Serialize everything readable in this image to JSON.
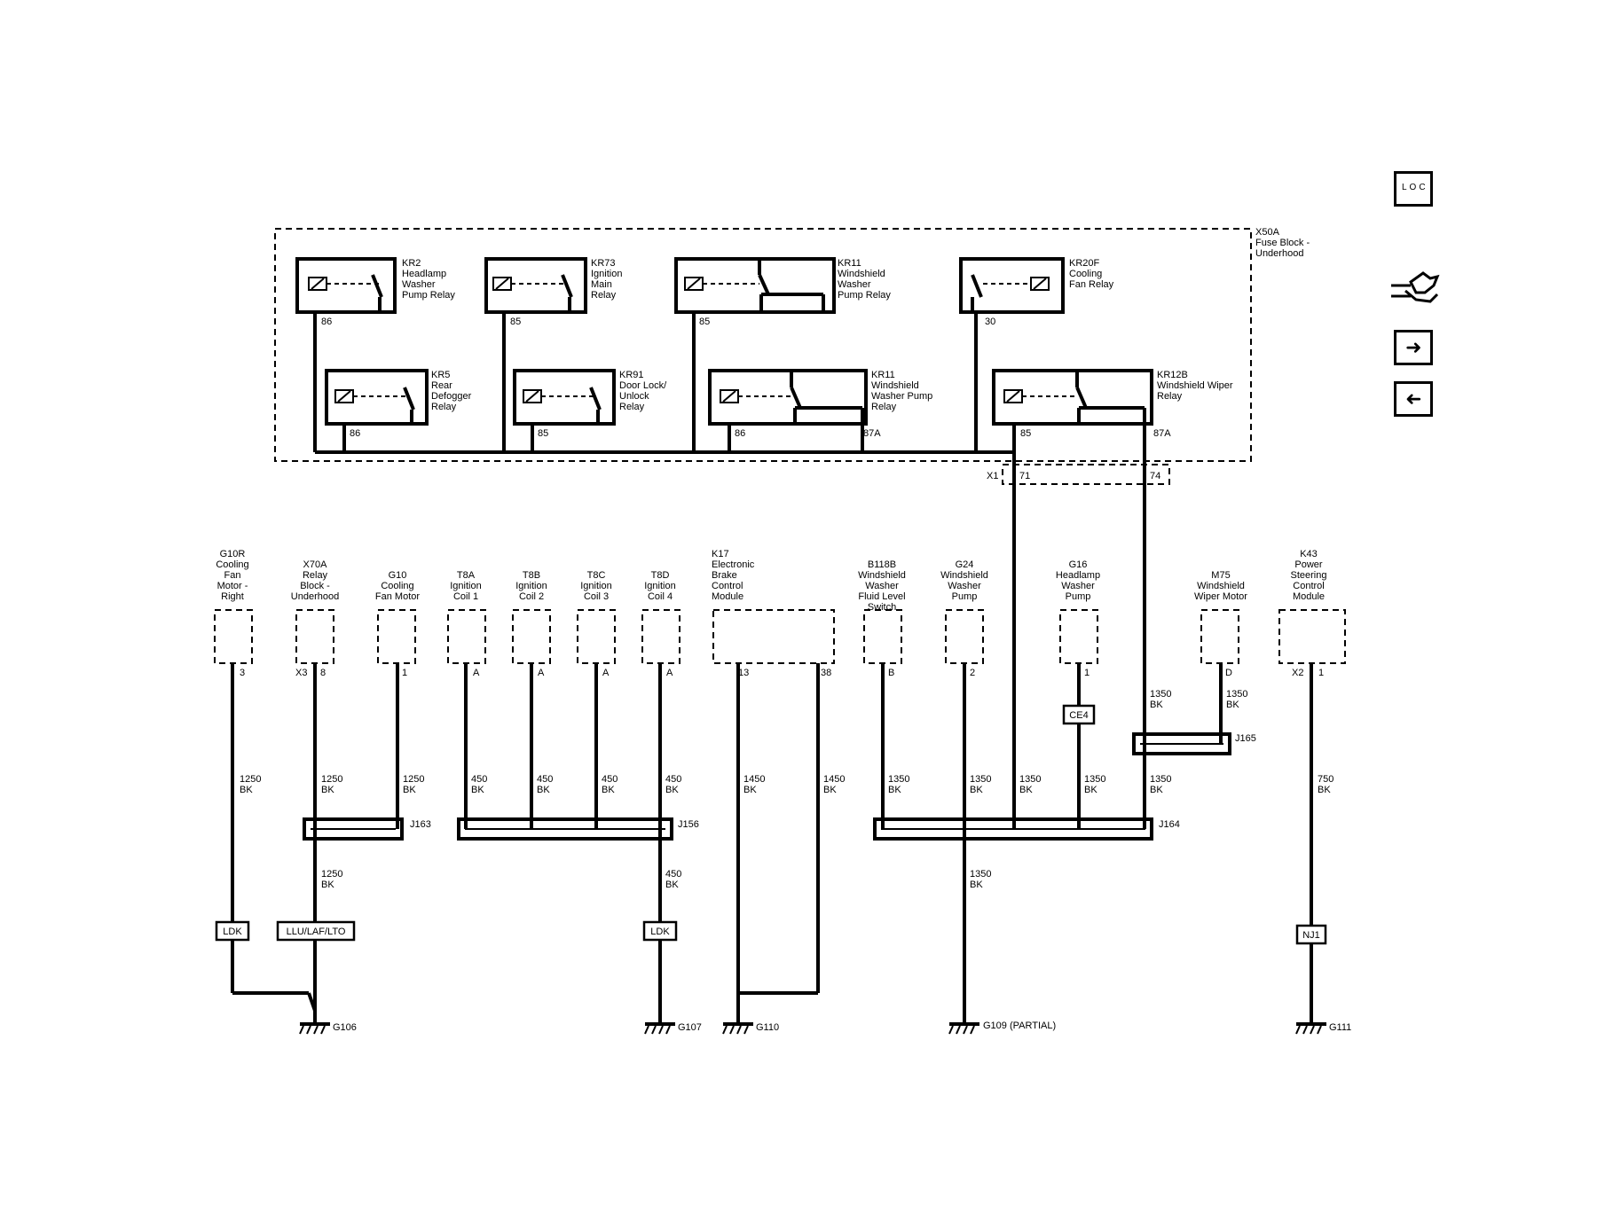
{
  "fuse_block": {
    "label": [
      "X50A",
      "Fuse Block -",
      "Underhood"
    ]
  },
  "relays_top": [
    {
      "name": [
        "KR2",
        "Headlamp",
        "Washer",
        "Pump Relay"
      ],
      "pin": "86"
    },
    {
      "name": [
        "KR73",
        "Ignition",
        "Main",
        "Relay"
      ],
      "pin": "85"
    },
    {
      "name": [
        "KR11",
        "Windshield",
        "Washer",
        "Pump Relay"
      ],
      "pin": "85"
    },
    {
      "name": [
        "KR20F",
        "Cooling",
        "Fan Relay"
      ],
      "pin": "30"
    }
  ],
  "relays_bottom": [
    {
      "name": [
        "KR5",
        "Rear",
        "Defogger",
        "Relay"
      ],
      "pins": [
        "86"
      ]
    },
    {
      "name": [
        "KR91",
        "Door Lock/",
        "Unlock",
        "Relay"
      ],
      "pins": [
        "85"
      ]
    },
    {
      "name": [
        "KR11",
        "Windshield",
        "Washer Pump",
        "Relay"
      ],
      "pins": [
        "86",
        "87A"
      ]
    },
    {
      "name": [
        "KR12B",
        "Windshield Wiper",
        "Relay"
      ],
      "pins": [
        "85",
        "87A"
      ]
    }
  ],
  "connector": {
    "name": "X1",
    "pins": [
      "71",
      "74"
    ]
  },
  "components": [
    {
      "id": "g10r",
      "label": [
        "G10R",
        "Cooling",
        "Fan",
        "Motor -",
        "Right"
      ],
      "pins": [
        "3"
      ]
    },
    {
      "id": "x70a",
      "label": [
        "X70A",
        "Relay",
        "Block -",
        "Underhood"
      ],
      "pins": [
        "X3",
        "8"
      ]
    },
    {
      "id": "g10",
      "label": [
        "G10",
        "Cooling",
        "Fan Motor"
      ],
      "pins": [
        "1"
      ]
    },
    {
      "id": "t8a",
      "label": [
        "T8A",
        "Ignition",
        "Coil 1"
      ],
      "pins": [
        "A"
      ]
    },
    {
      "id": "t8b",
      "label": [
        "T8B",
        "Ignition",
        "Coil 2"
      ],
      "pins": [
        "A"
      ]
    },
    {
      "id": "t8c",
      "label": [
        "T8C",
        "Ignition",
        "Coil 3"
      ],
      "pins": [
        "A"
      ]
    },
    {
      "id": "t8d",
      "label": [
        "T8D",
        "Ignition",
        "Coil 4"
      ],
      "pins": [
        "A"
      ]
    },
    {
      "id": "k17",
      "label": [
        "K17",
        "Electronic",
        "Brake",
        "Control",
        "Module"
      ],
      "pins": [
        "13",
        "38"
      ]
    },
    {
      "id": "b118b",
      "label": [
        "B118B",
        "Windshield",
        "Washer",
        "Fluid Level",
        "Switch"
      ],
      "pins": [
        "B"
      ]
    },
    {
      "id": "g24",
      "label": [
        "G24",
        "Windshield",
        "Washer",
        "Pump"
      ],
      "pins": [
        "2"
      ]
    },
    {
      "id": "g16",
      "label": [
        "G16",
        "Headlamp",
        "Washer",
        "Pump"
      ],
      "pins": [
        "1"
      ]
    },
    {
      "id": "m75",
      "label": [
        "M75",
        "Windshield",
        "Wiper Motor"
      ],
      "pins": [
        "D"
      ]
    },
    {
      "id": "k43",
      "label": [
        "K43",
        "Power",
        "Steering",
        "Control",
        "Module"
      ],
      "pins": [
        "X2",
        "1"
      ]
    }
  ],
  "wire_labels": {
    "g10r": [
      "1250",
      "BK"
    ],
    "x70a_top": [
      "1250",
      "BK"
    ],
    "g10": [
      "1250",
      "BK"
    ],
    "x70a_bottom": [
      "1250",
      "BK"
    ],
    "t8a": [
      "450",
      "BK"
    ],
    "t8b": [
      "450",
      "BK"
    ],
    "t8c": [
      "450",
      "BK"
    ],
    "t8d": [
      "450",
      "BK"
    ],
    "t8d_bottom": [
      "450",
      "BK"
    ],
    "k17_13": [
      "1450",
      "BK"
    ],
    "k17_38": [
      "1450",
      "BK"
    ],
    "b118b": [
      "1350",
      "BK"
    ],
    "g24": [
      "1350",
      "BK"
    ],
    "x1_71": [
      "1350",
      "BK"
    ],
    "g16": [
      "1350",
      "BK"
    ],
    "x1_74": [
      "1350",
      "BK"
    ],
    "m75": [
      "1350",
      "BK"
    ],
    "m75_j165": [
      "1350",
      "BK"
    ],
    "g24_bottom": [
      "1350",
      "BK"
    ],
    "k43": [
      "750",
      "BK"
    ]
  },
  "splices": [
    "J163",
    "J156",
    "J164",
    "J165"
  ],
  "option_codes": [
    "LDK",
    "LLU/LAF/LTO",
    "LDK",
    "CE4",
    "NJ1"
  ],
  "grounds": [
    "G106",
    "G107",
    "G110",
    "G109 (PARTIAL)",
    "G111"
  ],
  "nav": {
    "loc_button": "LOC",
    "icons": [
      "connector-view-icon",
      "next-page-icon",
      "previous-page-icon"
    ]
  }
}
